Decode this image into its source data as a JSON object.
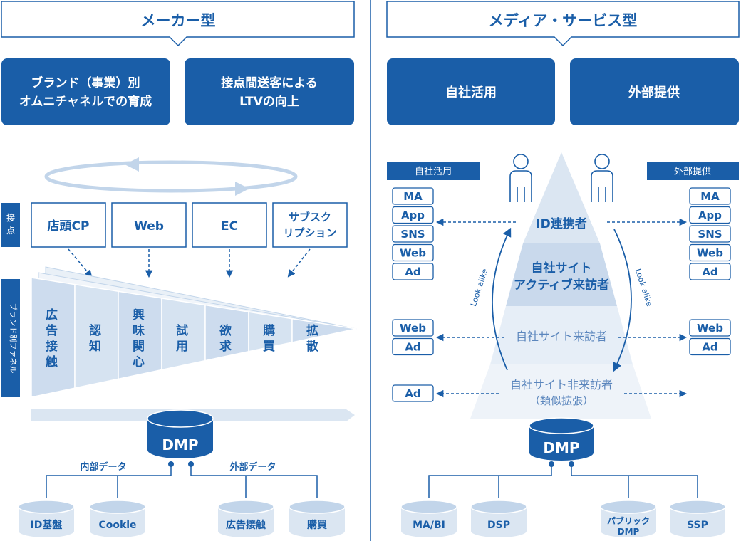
{
  "colors": {
    "primary": "#1a5ea8",
    "light": "#dbe6f2",
    "mid": "#c2d5ea",
    "pale": "#e9f0f7",
    "line": "#1a5ea8"
  },
  "left": {
    "title": "メーカー型",
    "box1": [
      "ブランド（事業）別",
      "オムニチャネルでの育成"
    ],
    "box2": [
      "接点間送客による",
      "LTVの向上"
    ],
    "touch_label": [
      "接",
      "点"
    ],
    "funnel_label": "ブランド別ファネル",
    "touchpoints": [
      "店頭CP",
      "Web",
      "EC"
    ],
    "touchpoint_sub": [
      "サブスク",
      "リプション"
    ],
    "funnel": [
      [
        "広",
        "告",
        "接",
        "触"
      ],
      [
        "認",
        "知"
      ],
      [
        "興",
        "味",
        "関",
        "心"
      ],
      [
        "試",
        "用"
      ],
      [
        "欲",
        "求"
      ],
      [
        "購",
        "買"
      ],
      [
        "拡",
        "散"
      ]
    ],
    "dmp": "DMP",
    "internal": "内部データ",
    "external": "外部データ",
    "sources": [
      "ID基盤",
      "Cookie",
      "広告接触",
      "購買"
    ]
  },
  "right": {
    "title": "メディア・サービス型",
    "box1": "自社活用",
    "box2": "外部提供",
    "tag_own": "自社活用",
    "tag_ext": "外部提供",
    "pyramid": {
      "top": "ID連携者",
      "second": [
        "自社サイト",
        "アクティブ来訪者"
      ],
      "third": "自社サイト来訪者",
      "fourth": [
        "自社サイト非来訪者",
        "（類似拡張）"
      ]
    },
    "lookalike": "Look alike",
    "channels_top": [
      "MA",
      "App",
      "SNS",
      "Web",
      "Ad"
    ],
    "channels_mid": [
      "Web",
      "Ad"
    ],
    "channels_bottom": [
      "Ad"
    ],
    "dmp": "DMP",
    "sources": [
      "MA/BI",
      "DSP",
      "パブリック",
      "DMP",
      "SSP"
    ]
  }
}
